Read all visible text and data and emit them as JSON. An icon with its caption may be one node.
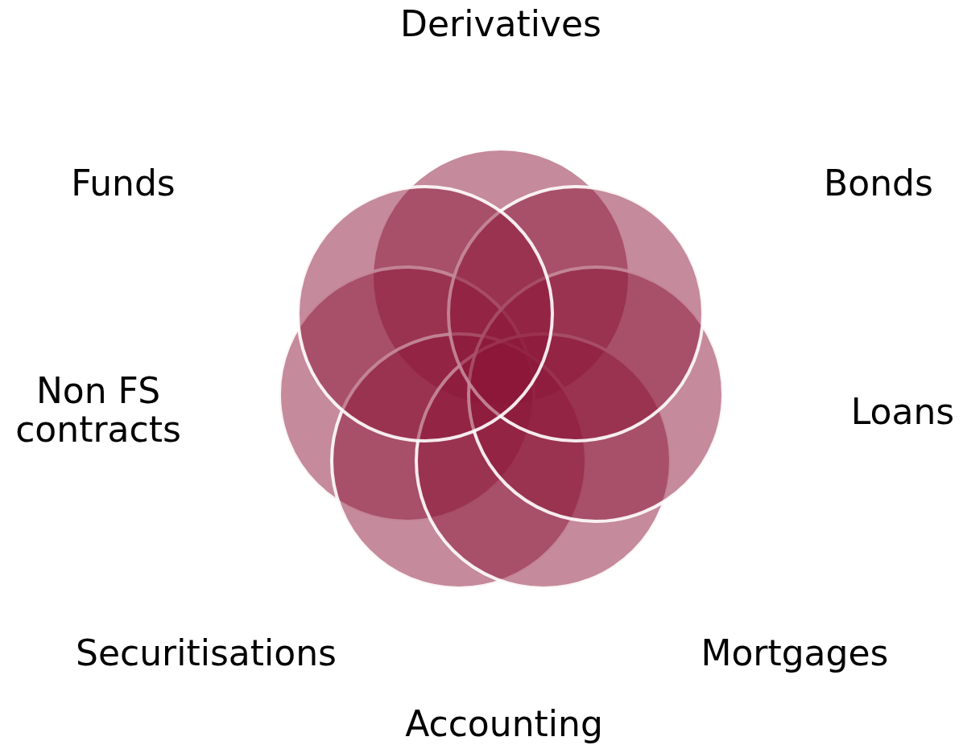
{
  "diagram": {
    "labels": [
      "Derivatives",
      "Funds",
      "Bonds",
      "Non FS contracts",
      "Loans",
      "Securitisations",
      "Mortgages",
      "Accounting"
    ]
  }
}
